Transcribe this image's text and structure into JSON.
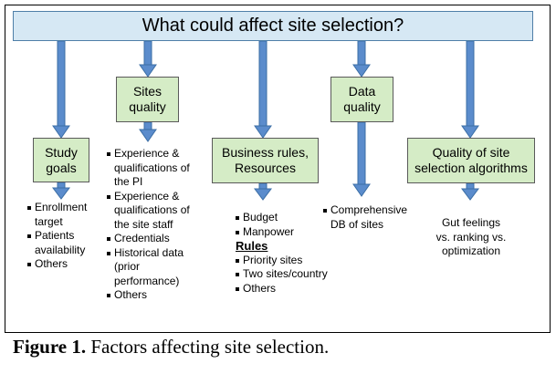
{
  "title": "What could affect site selection?",
  "boxes": {
    "study_goals": [
      "Study",
      "goals"
    ],
    "sites_quality": [
      "Sites",
      "quality"
    ],
    "business_rules": [
      "Business rules,",
      "Resources"
    ],
    "data_quality": [
      "Data",
      "quality"
    ],
    "algorithms": [
      "Quality of site",
      "selection algorithms"
    ]
  },
  "study_goals_items": [
    "Enrollment",
    "target",
    "Patients",
    "availability",
    "Others"
  ],
  "sites_quality_items": [
    "Experience &",
    "qualifications of",
    "the PI",
    "Experience &",
    "qualifications of",
    "the site staff",
    "Credentials",
    "Historical data",
    "(prior",
    "performance)",
    "Others"
  ],
  "business_items": [
    "Budget",
    "Manpower"
  ],
  "rules_heading": "Rules",
  "rules_items": [
    "Priority sites",
    "Two sites/country",
    "Others"
  ],
  "data_quality_items": [
    "Comprehensive",
    "DB of sites"
  ],
  "algorithms_text": [
    "Gut feelings",
    "vs. ranking vs.",
    "optimization"
  ],
  "caption": {
    "label": "Figure 1.",
    "text": " Factors affecting site selection."
  },
  "colors": {
    "box_fill": "#d5ecc6",
    "title_fill": "#d6e8f4",
    "arrow": "#4f81bd"
  }
}
